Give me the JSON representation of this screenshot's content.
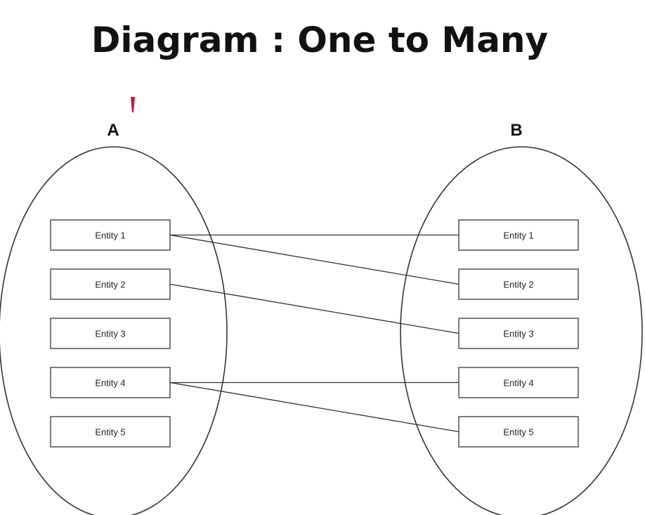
{
  "title": "Diagram : One to Many",
  "sets": [
    {
      "id": "A",
      "label": "A",
      "entities": [
        "Entity 1",
        "Entity 2",
        "Entity 3",
        "Entity 4",
        "Entity 5"
      ]
    },
    {
      "id": "B",
      "label": "B",
      "entities": [
        "Entity 1",
        "Entity 2",
        "Entity 3",
        "Entity 4",
        "Entity 5"
      ]
    }
  ],
  "relations": [
    {
      "from": 0,
      "to": 0
    },
    {
      "from": 0,
      "to": 1
    },
    {
      "from": 1,
      "to": 2
    },
    {
      "from": 3,
      "to": 3
    },
    {
      "from": 3,
      "to": 4
    }
  ],
  "colors": {
    "stroke": "#333333",
    "text": "#111111",
    "cursor": "#d0103a"
  }
}
